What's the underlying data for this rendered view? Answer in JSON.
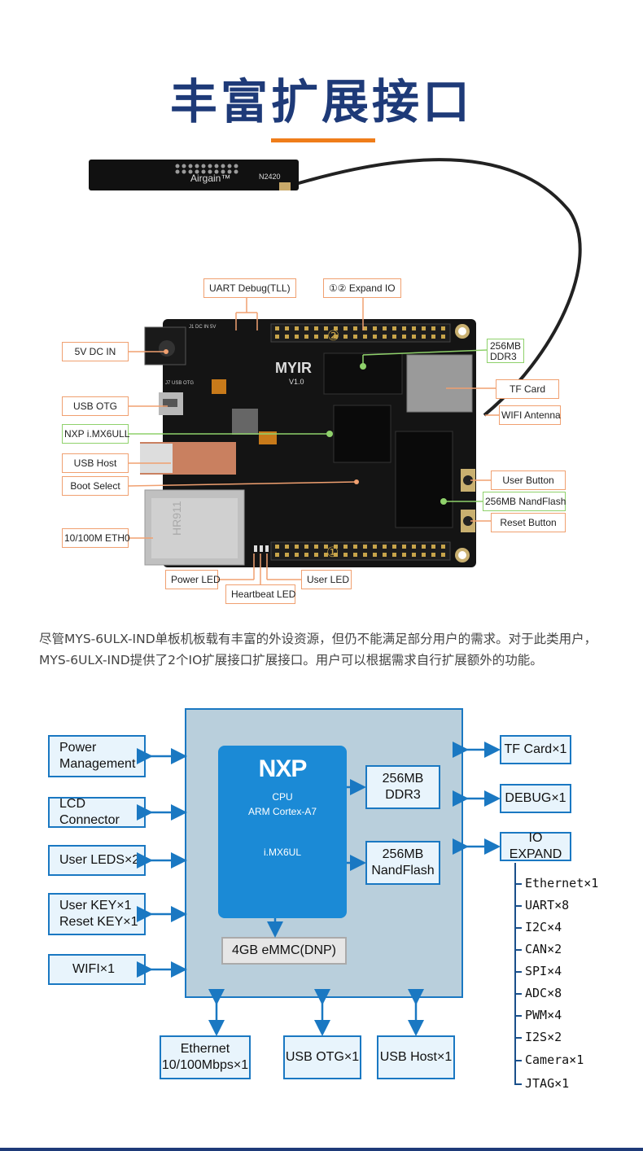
{
  "header": {
    "title": "丰富扩展接口"
  },
  "antenna": {
    "brand": "Airgain™",
    "model": "N2420"
  },
  "board": {
    "labels": {
      "uart_debug": "UART Debug(TLL)",
      "expand_io": "①② Expand  IO",
      "dc_in": "5V DC IN",
      "usb_otg": "USB OTG",
      "nxp": "NXP i.MX6ULL",
      "usb_host": "USB Host",
      "boot_select": "Boot Select",
      "eth0": "10/100M ETH0",
      "power_led": "Power LED",
      "heartbeat_led": "Heartbeat LED",
      "user_led": "User LED",
      "ddr3": "256MB\nDDR3",
      "tf_card": "TF Card",
      "wifi_antenna": "WIFI Antenna",
      "user_button": "User Button",
      "nandflash": "256MB NandFlash",
      "reset_button": "Reset Button"
    },
    "silk": {
      "myir": "MYIR",
      "version": "V1.0",
      "circle1": "①",
      "circle2": "②",
      "dcin": "J1  DC IN  5V",
      "usb_otg_silk": "J7 USB OTG"
    }
  },
  "description": "尽管MYS-6ULX-IND单板机板载有丰富的外设资源，但仍不能满足部分用户的需求。对于此类用户，MYS-6ULX-IND提供了2个IO扩展接口扩展接口。用户可以根据需求自行扩展额外的功能。",
  "block_diagram": {
    "left": [
      "Power\nManagement",
      "LCD Connector",
      "User LEDS×2",
      "User KEY×1\nReset KEY×1",
      "WIFI×1"
    ],
    "right": [
      "TF Card×1",
      "DEBUG×1",
      "IO EXPAND"
    ],
    "bottom": [
      "Ethernet\n10/100Mbps×1",
      "USB OTG×1",
      "USB Host×1"
    ],
    "cpu": {
      "logo": "NXP",
      "line1": "CPU",
      "line2": "ARM Cortex-A7",
      "line3": "i.MX6UL"
    },
    "ddr3": "256MB\nDDR3",
    "nand": "256MB\nNandFlash",
    "emmc": "4GB eMMC(DNP)",
    "io_expand_items": [
      "Ethernet×1",
      "UART×8",
      "I2C×4",
      "CAN×2",
      "SPI×4",
      "ADC×8",
      "PWM×4",
      "I2S×2",
      "Camera×1",
      "JTAG×1"
    ]
  },
  "colors": {
    "title": "#1e3a78",
    "accent": "#ef7d1a",
    "blue": "#1a78c2",
    "cpu": "#1b8ad6",
    "board_bg": "#b9cfdc"
  }
}
